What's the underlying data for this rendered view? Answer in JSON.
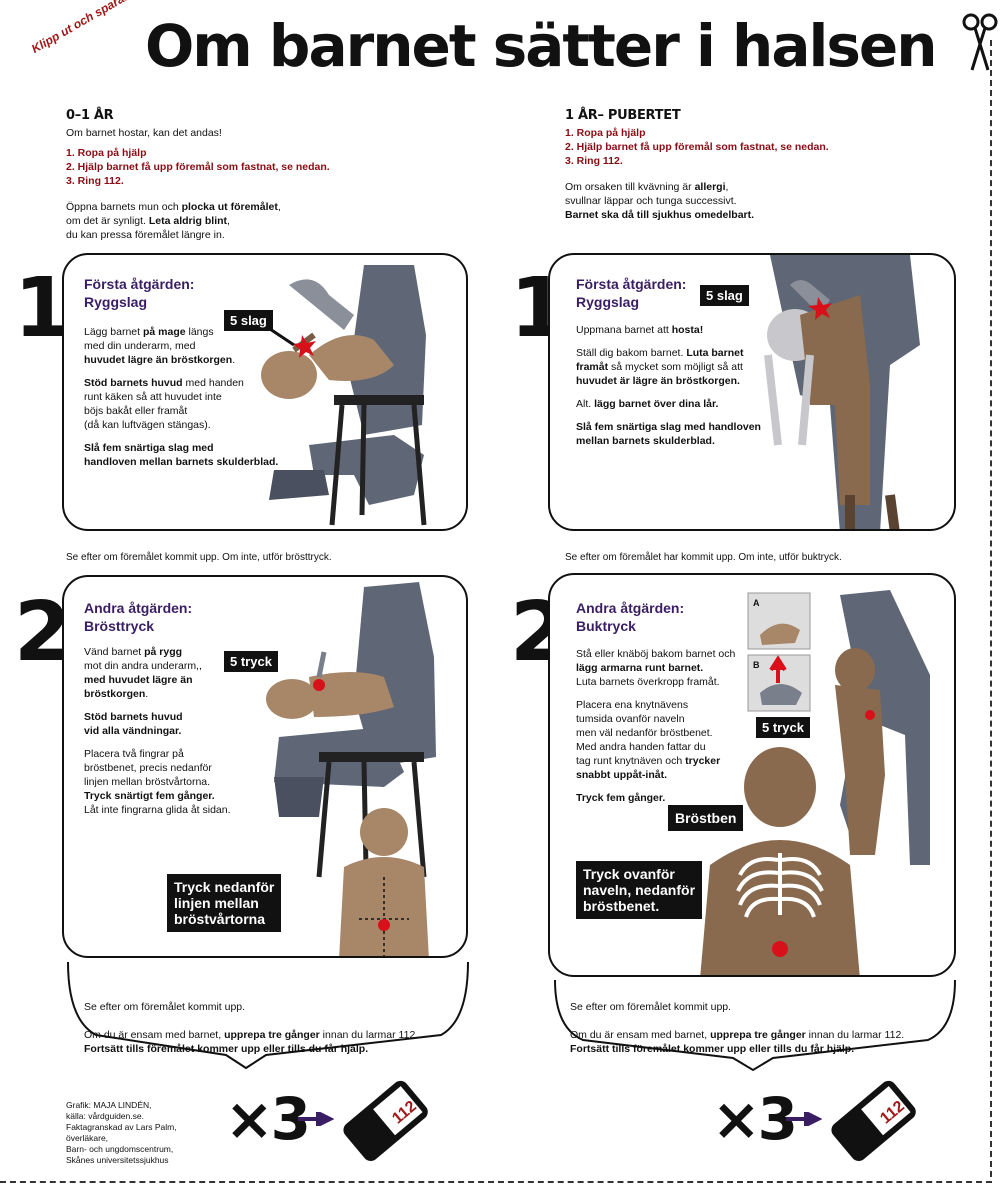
{
  "header": {
    "title": "Om barnet sätter i halsen",
    "stamp": "Klipp ut och spara!"
  },
  "left": {
    "heading": "0–1 ÅR",
    "intro": "Om barnet hostar, kan det andas!",
    "steps": [
      "1. Ropa på hjälp",
      "2. Hjälp barnet få upp föremål som fastnat, se nedan.",
      "3. Ring 112."
    ],
    "mouth_lines": [
      [
        "Öppna barnets mun och ",
        "plocka ut föremålet",
        ","
      ],
      [
        "om det är synligt. ",
        "Leta aldrig blint",
        ","
      ],
      [
        "du kan pressa föremålet längre in.",
        "",
        ""
      ]
    ],
    "panel1": {
      "number": "1",
      "title1": "Första åtgärden:",
      "title2": "Ryggslag",
      "tag": "5 slag",
      "p1": [
        "Lägg barnet ",
        "på mage",
        " längs",
        "med din underarm, med",
        "huvudet lägre än bröstkorgen",
        "."
      ],
      "p2": [
        "Stöd barnets huvud",
        " med handen",
        "runt käken så att huvudet inte",
        "böjs bakåt eller framåt",
        "(då kan luftvägen stängas)."
      ],
      "p3": [
        "Slå fem snärtiga slag med",
        "handloven mellan barnets skulderblad."
      ]
    },
    "between": "Se efter om föremålet kommit upp. Om inte, utför brösttryck.",
    "panel2": {
      "number": "2",
      "title1": "Andra åtgärden:",
      "title2": "Brösttryck",
      "tag": "5 tryck",
      "p1": [
        "Vänd barnet ",
        "på rygg",
        "mot din andra underarm,,",
        "med huvudet lägre än",
        "bröstkorgen",
        "."
      ],
      "p2": [
        "Stöd barnets huvud",
        "vid alla vändningar."
      ],
      "p3": [
        "Placera två fingrar på",
        "bröstbenet, precis nedanför",
        "linjen mellan bröstvårtorna.",
        "Tryck snärtigt fem gånger.",
        "Låt inte fingrarna glida åt sidan."
      ],
      "label": [
        "Tryck nedanför",
        "linjen mellan",
        "bröstvårtorna"
      ]
    },
    "after1": "Se efter om föremålet kommit upp.",
    "after2a": "Om du är ensam med barnet, ",
    "after2b": "upprepa tre gånger",
    "after2c": " innan du larmar 112.",
    "after3": "Fortsätt tills föremålet kommer upp eller tills du får hjälp.",
    "x3": "×3",
    "phone": "112"
  },
  "right": {
    "heading": "1 ÅR– PUBERTET",
    "steps": [
      "1. Ropa på hjälp",
      "2. Hjälp barnet få upp föremål som fastnat, se nedan.",
      "3. Ring 112."
    ],
    "allergy_lines": [
      [
        "Om orsaken till kvävning är ",
        "allergi",
        ","
      ],
      [
        "svullnar läppar och tunga successivt.",
        "",
        ""
      ],
      [
        "",
        "Barnet ska då till sjukhus omedelbart.",
        ""
      ]
    ],
    "panel1": {
      "number": "1",
      "title1": "Första åtgärden:",
      "title2": "Ryggslag",
      "tag": "5 slag",
      "p1": [
        "Uppmana barnet att ",
        "hosta!"
      ],
      "p2": [
        "Ställ dig bakom barnet. ",
        "Luta barnet",
        "framåt",
        " så mycket som möjligt så att",
        "huvudet är lägre än bröstkorgen."
      ],
      "p3": [
        "Alt. ",
        "lägg barnet över dina lår."
      ],
      "p4": [
        "Slå fem snärtiga slag med handloven",
        "mellan barnets skulderblad."
      ]
    },
    "between": "Se efter om föremålet har kommit upp. Om inte, utför buktryck.",
    "panel2": {
      "number": "2",
      "title1": "Andra åtgärden:",
      "title2": "Buktryck",
      "tag": "5 tryck",
      "inset_a": "A",
      "inset_b": "B",
      "p1": [
        "Stå eller knäböj bakom barnet och",
        "lägg armarna runt barnet.",
        "Luta barnets överkropp framåt."
      ],
      "p2": [
        "Placera ena knytnävens",
        "tumsida ovanför naveln",
        "men väl nedanför bröstbenet.",
        "Med andra handen fattar du",
        "tag runt knytnäven och ",
        "trycker",
        "snabbt uppåt-inåt."
      ],
      "p3": "Tryck fem gånger.",
      "label_bone": "Bröstben",
      "label": [
        "Tryck ovanför",
        "naveln, nedanför",
        "bröstbenet."
      ]
    },
    "after1": "Se efter om föremålet kommit upp.",
    "after2a": "Om du är ensam med barnet, ",
    "after2b": "upprepa tre gånger",
    "after2c": " innan du larmar 112.",
    "after3": "Fortsätt tills föremålet kommer upp eller tills du får hjälp.",
    "x3": "×3",
    "phone": "112"
  },
  "credits": [
    "Grafik: MAJA LINDÉN,",
    "källa: vårdguiden.se.",
    "Faktagranskad av Lars Palm,",
    "överläkare,",
    "Barn- och ungdomscentrum,",
    "Skånes universitetssjukhus"
  ],
  "colors": {
    "accent_red": "#8b0d14",
    "title_purple": "#3a1e63",
    "skin": "#8a6a4e",
    "cloth": "#5f6675"
  }
}
